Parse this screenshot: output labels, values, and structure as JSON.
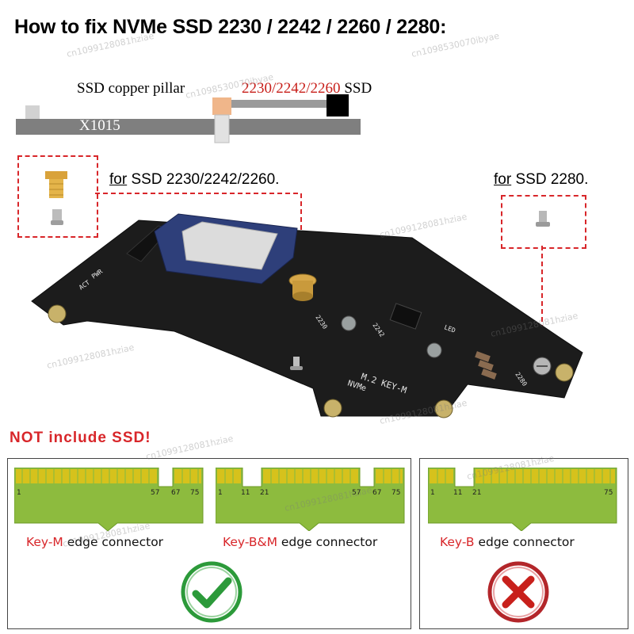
{
  "title": "How to fix NVMe SSD 2230 / 2242 / 2260 / 2280:",
  "diagram": {
    "pillar_label": "SSD copper pillar",
    "sizes_label": "2230/2242/2260",
    "ssd_suffix": "SSD",
    "board_label": "X1015"
  },
  "callouts": {
    "left_prefix": "for",
    "left_text": "SSD 2230/2242/2260.",
    "right_prefix": "for",
    "right_text": "SSD 2280."
  },
  "board_silkscreen": {
    "label_1": "M.2 KEY-M",
    "label_2": "NVMe",
    "size_1": "2230",
    "size_2": "2242",
    "size_3": "2280",
    "pwr": "PWR",
    "act": "ACT",
    "led": "LED"
  },
  "notice": "NOT include SSD!",
  "connectors": [
    {
      "key": "Key-M",
      "rest": " edge connector",
      "pins": [
        "1",
        "57",
        "67",
        "75"
      ],
      "verdict": "check"
    },
    {
      "key": "Key-B&M",
      "rest": " edge connector",
      "pins": [
        "1",
        "11",
        "21",
        "57",
        "67",
        "75"
      ],
      "verdict": "check"
    },
    {
      "key": "Key-B",
      "rest": " edge connector",
      "pins": [
        "1",
        "11",
        "21",
        "75"
      ],
      "verdict": "cross"
    }
  ],
  "watermark": "cn1099128081hziae",
  "watermark_2": "cn1098530070ibyae",
  "colors": {
    "accent_red": "#d8262a",
    "board": "#1a1a1a",
    "pcb_green": "#8dbb3e",
    "gold": "#d6c21c",
    "check_green": "#2c9a3a"
  }
}
